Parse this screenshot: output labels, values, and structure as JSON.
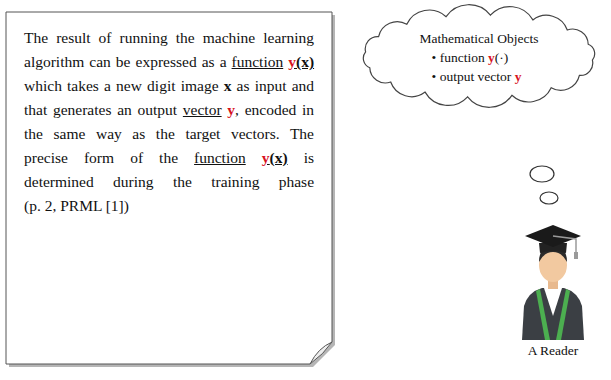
{
  "diagram": {
    "nodes": [
      {
        "text": [
          "The result of running the machine learning algorithm can be expressed as a function y(x) which takes a new digit image x as input and that generates an output vector y, encoded in the same way as the target vectors. The precise form of the function y(x) is determined during the training phase",
          "(p. 2, PRML [1])"
        ]
      },
      {
        "text": [
          "Mathematical Objects",
          "• function y(·)",
          "• output vector y"
        ]
      }
    ],
    "labels": [
      "A Reader"
    ]
  }
}
